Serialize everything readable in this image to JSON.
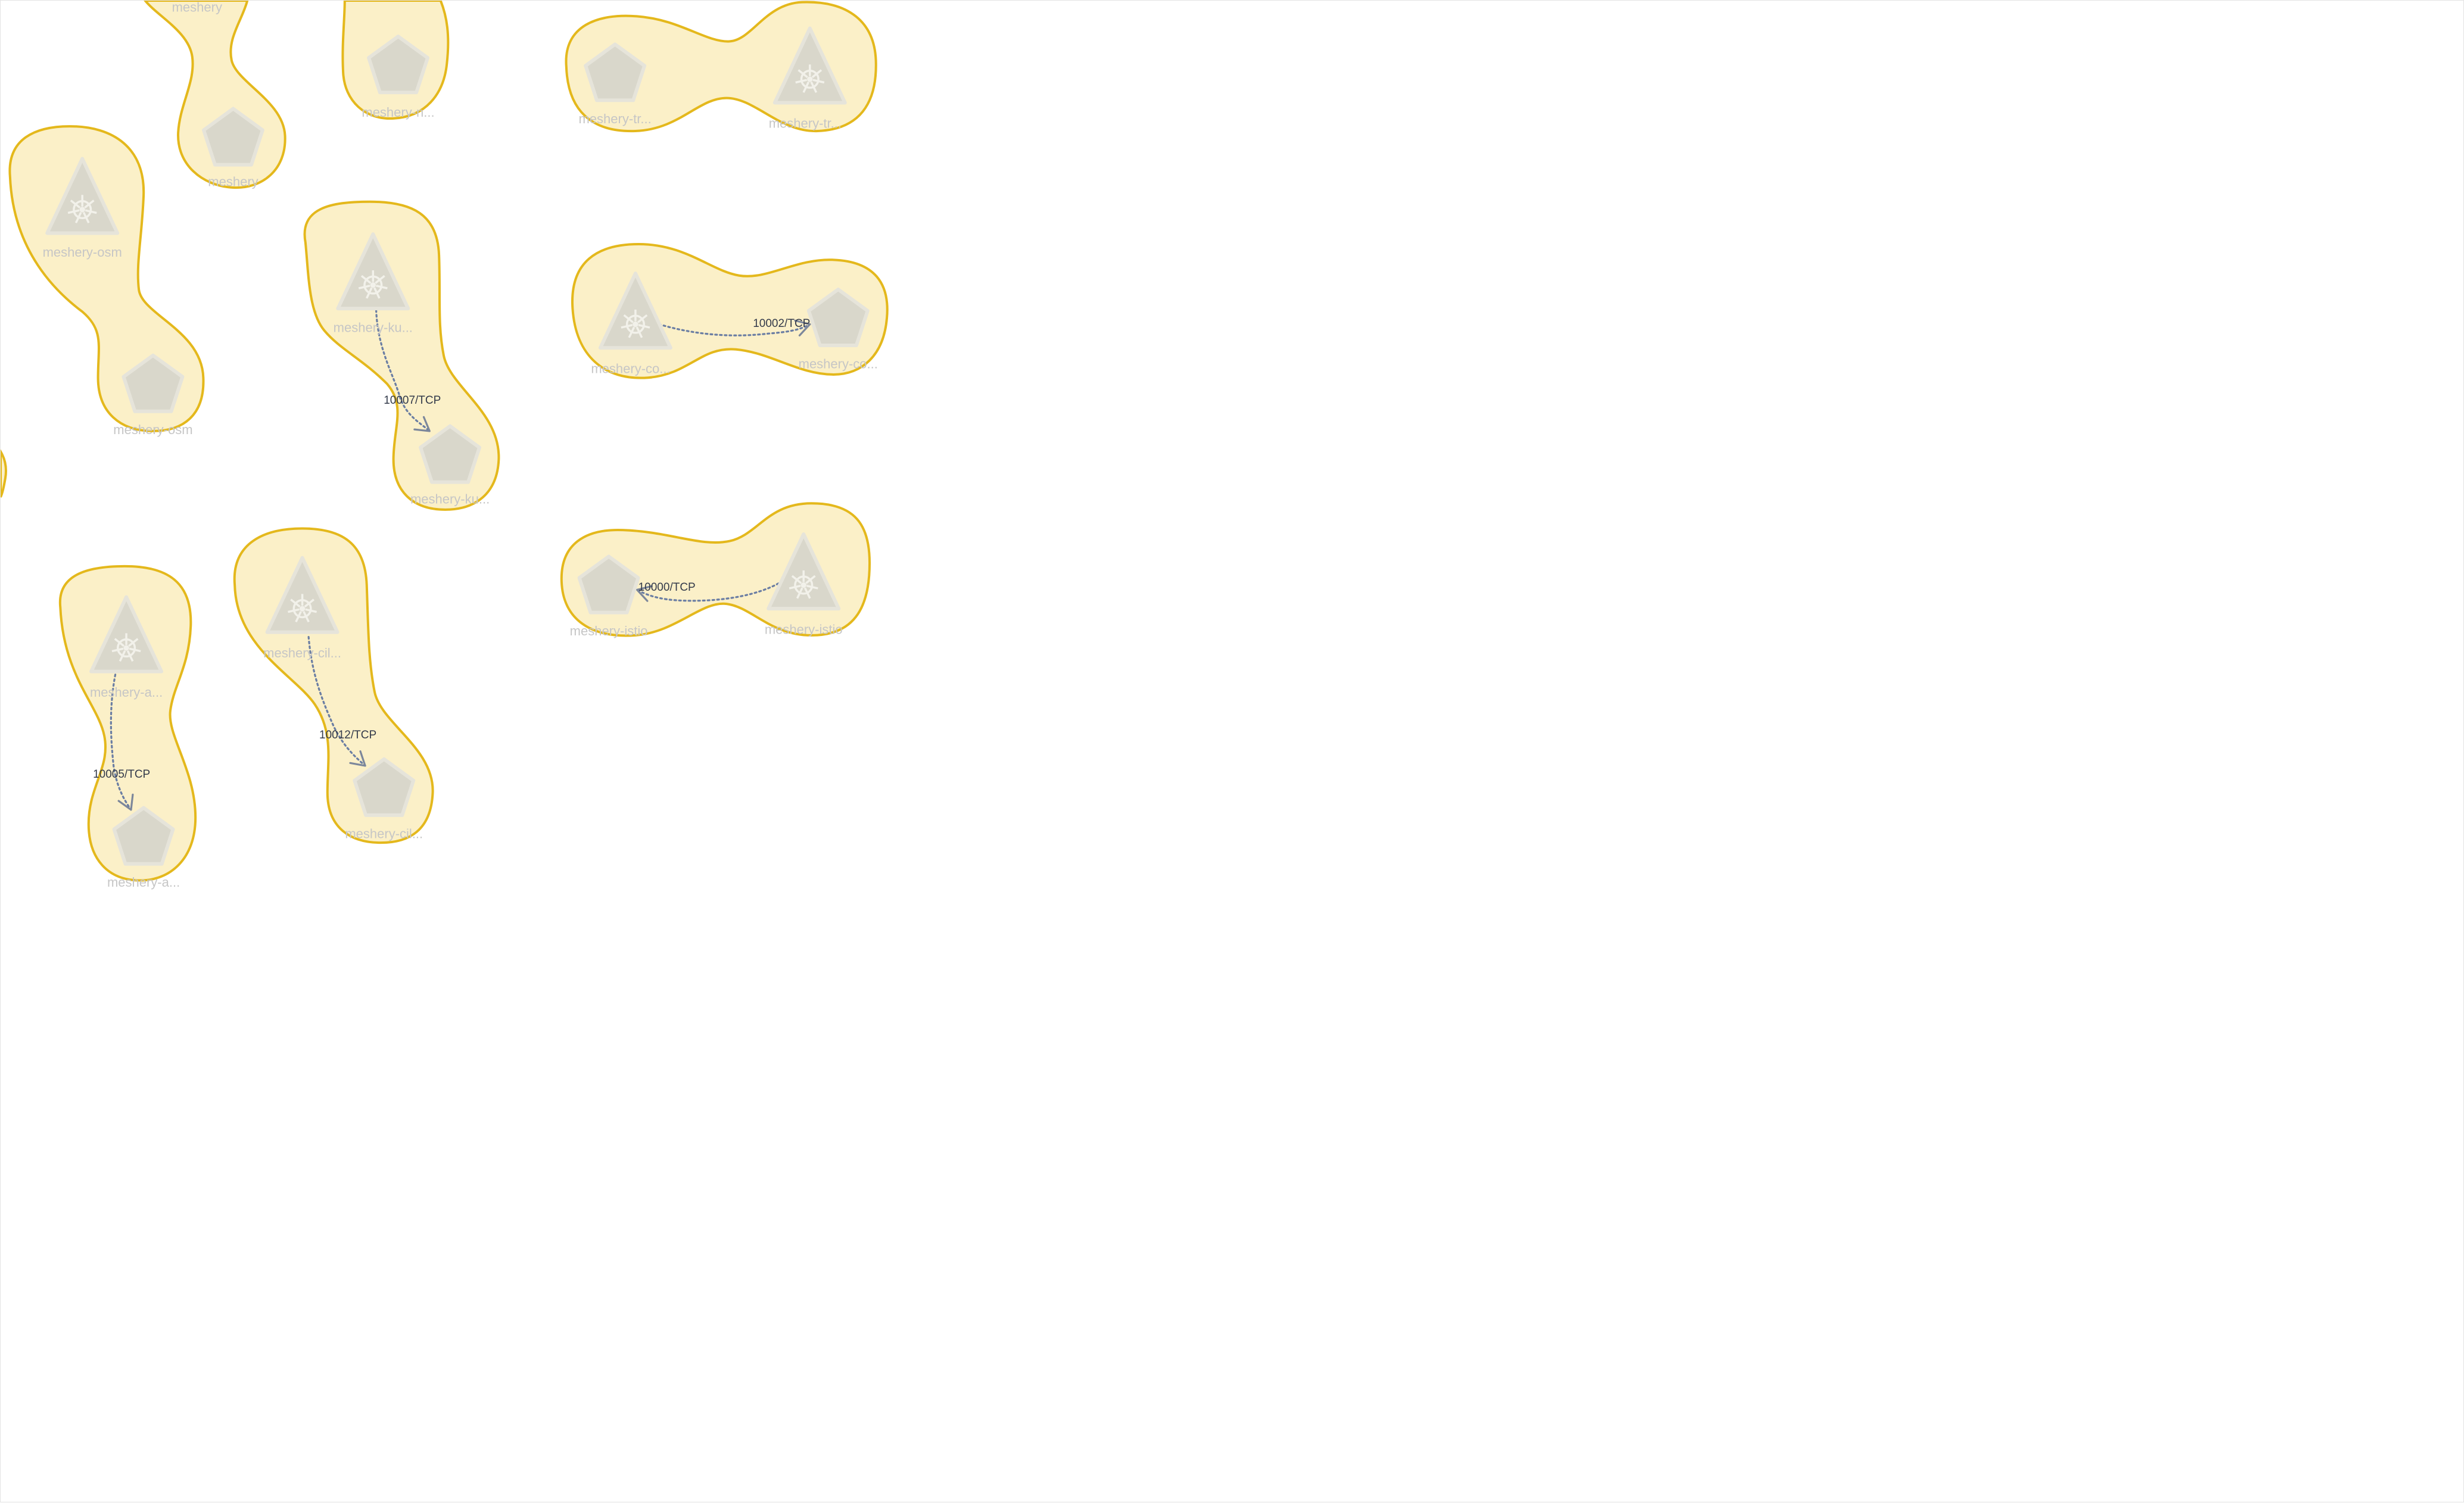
{
  "colors": {
    "group_fill": "#fbf0c8",
    "group_stroke": "#e4b81c",
    "node_fill": "#d9d7cb",
    "node_label": "#c6c6c6",
    "edge": "#6b7ea3",
    "edge_label": "#333a4a",
    "canvas_background": "#ffffff"
  },
  "icons": {
    "deployment": "kubernetes-helm-triangle-icon",
    "pod": "pentagon-icon"
  },
  "nodes": [
    {
      "id": "n1",
      "label": "meshery",
      "shape": "hidden"
    },
    {
      "id": "n2",
      "label": "meshery",
      "shape": "pentagon"
    },
    {
      "id": "n3",
      "label": "meshery-n...",
      "shape": "pentagon"
    },
    {
      "id": "n4",
      "label": "meshery-tr...",
      "shape": "pentagon"
    },
    {
      "id": "n5",
      "label": "meshery-tr...",
      "shape": "triangle"
    },
    {
      "id": "n6",
      "label": "meshery-osm",
      "shape": "triangle"
    },
    {
      "id": "n7",
      "label": "meshery-osm",
      "shape": "pentagon"
    },
    {
      "id": "n8",
      "label": "meshery-ku...",
      "shape": "triangle"
    },
    {
      "id": "n9",
      "label": "meshery-ku...",
      "shape": "pentagon"
    },
    {
      "id": "n10",
      "label": "meshery-co...",
      "shape": "triangle"
    },
    {
      "id": "n11",
      "label": "meshery-co...",
      "shape": "pentagon"
    },
    {
      "id": "n12",
      "label": "meshery-a...",
      "shape": "triangle"
    },
    {
      "id": "n13",
      "label": "meshery-a...",
      "shape": "pentagon"
    },
    {
      "id": "n14",
      "label": "meshery-cil...",
      "shape": "triangle"
    },
    {
      "id": "n15",
      "label": "meshery-cil...",
      "shape": "pentagon"
    },
    {
      "id": "n16",
      "label": "meshery-istio",
      "shape": "pentagon"
    },
    {
      "id": "n17",
      "label": "meshery-istio",
      "shape": "triangle"
    }
  ],
  "edges": [
    {
      "id": "e1",
      "from": "n8",
      "to": "n9",
      "label": "10007/TCP"
    },
    {
      "id": "e2",
      "from": "n10",
      "to": "n11",
      "label": "10002/TCP"
    },
    {
      "id": "e3",
      "from": "n12",
      "to": "n13",
      "label": "10005/TCP"
    },
    {
      "id": "e4",
      "from": "n14",
      "to": "n15",
      "label": "10012/TCP"
    },
    {
      "id": "e5",
      "from": "n17",
      "to": "n16",
      "label": "10000/TCP"
    }
  ]
}
